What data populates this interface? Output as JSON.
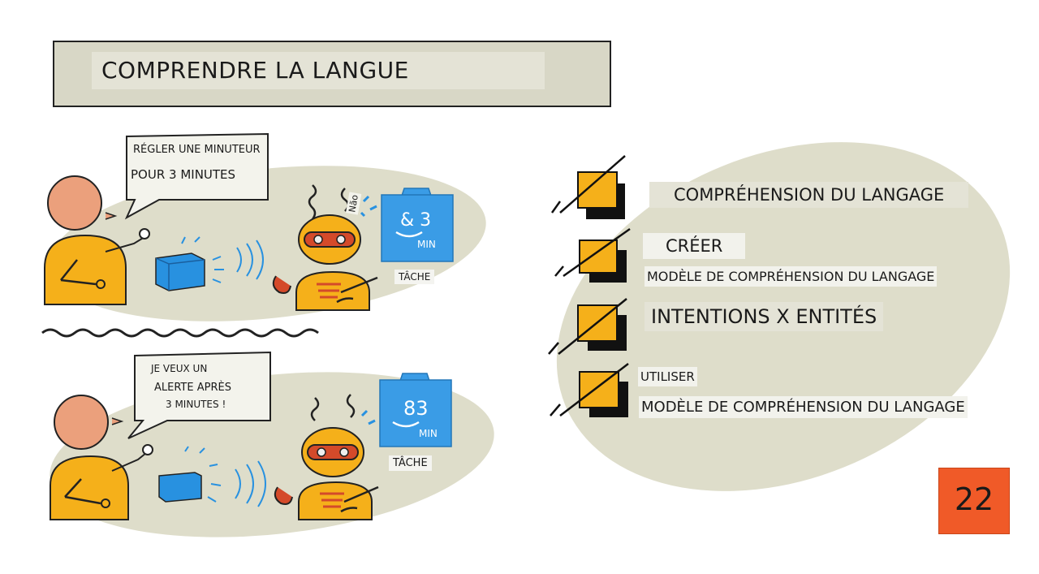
{
  "title": "COMPRENDRE LA LANGUE",
  "scene1": {
    "bubble_line1": "RÉGLER UNE MINUTEUR",
    "bubble_line2": "POUR 3 MINUTES",
    "robot_tag": "Não",
    "card_value": "& 3",
    "card_unit": "MIN",
    "task_label": "TÂCHE"
  },
  "scene2": {
    "bubble_line1": "JE VEUX UN",
    "bubble_line2": "ALERTE APRÈS",
    "bubble_line3": "3 MINUTES !",
    "card_value": "83",
    "card_unit": "MIN",
    "task_label": "TÂCHE"
  },
  "checklist": {
    "item1": "COMPRÉHENSION DU LANGAGE",
    "item2_verb": "CRÉER",
    "item2_object": "MODÈLE DE COMPRÉHENSION DU LANGAGE",
    "item3": "INTENTIONS X ENTITÉS",
    "item4_verb": "UTILISER",
    "item4_object": "MODÈLE DE COMPRÉHENSION DU LANGAGE"
  },
  "lesson_number": "22",
  "colors": {
    "yellow": "#f5b01a",
    "blue": "#2891e0",
    "card_blue": "#3a9ce6",
    "skin": "#eba07c",
    "beige": "#deddca",
    "badge": "#f05a28"
  },
  "icons": [
    "person-icon",
    "robot-icon",
    "speaker-cube-icon",
    "timer-card-icon",
    "checkbox-icon"
  ]
}
